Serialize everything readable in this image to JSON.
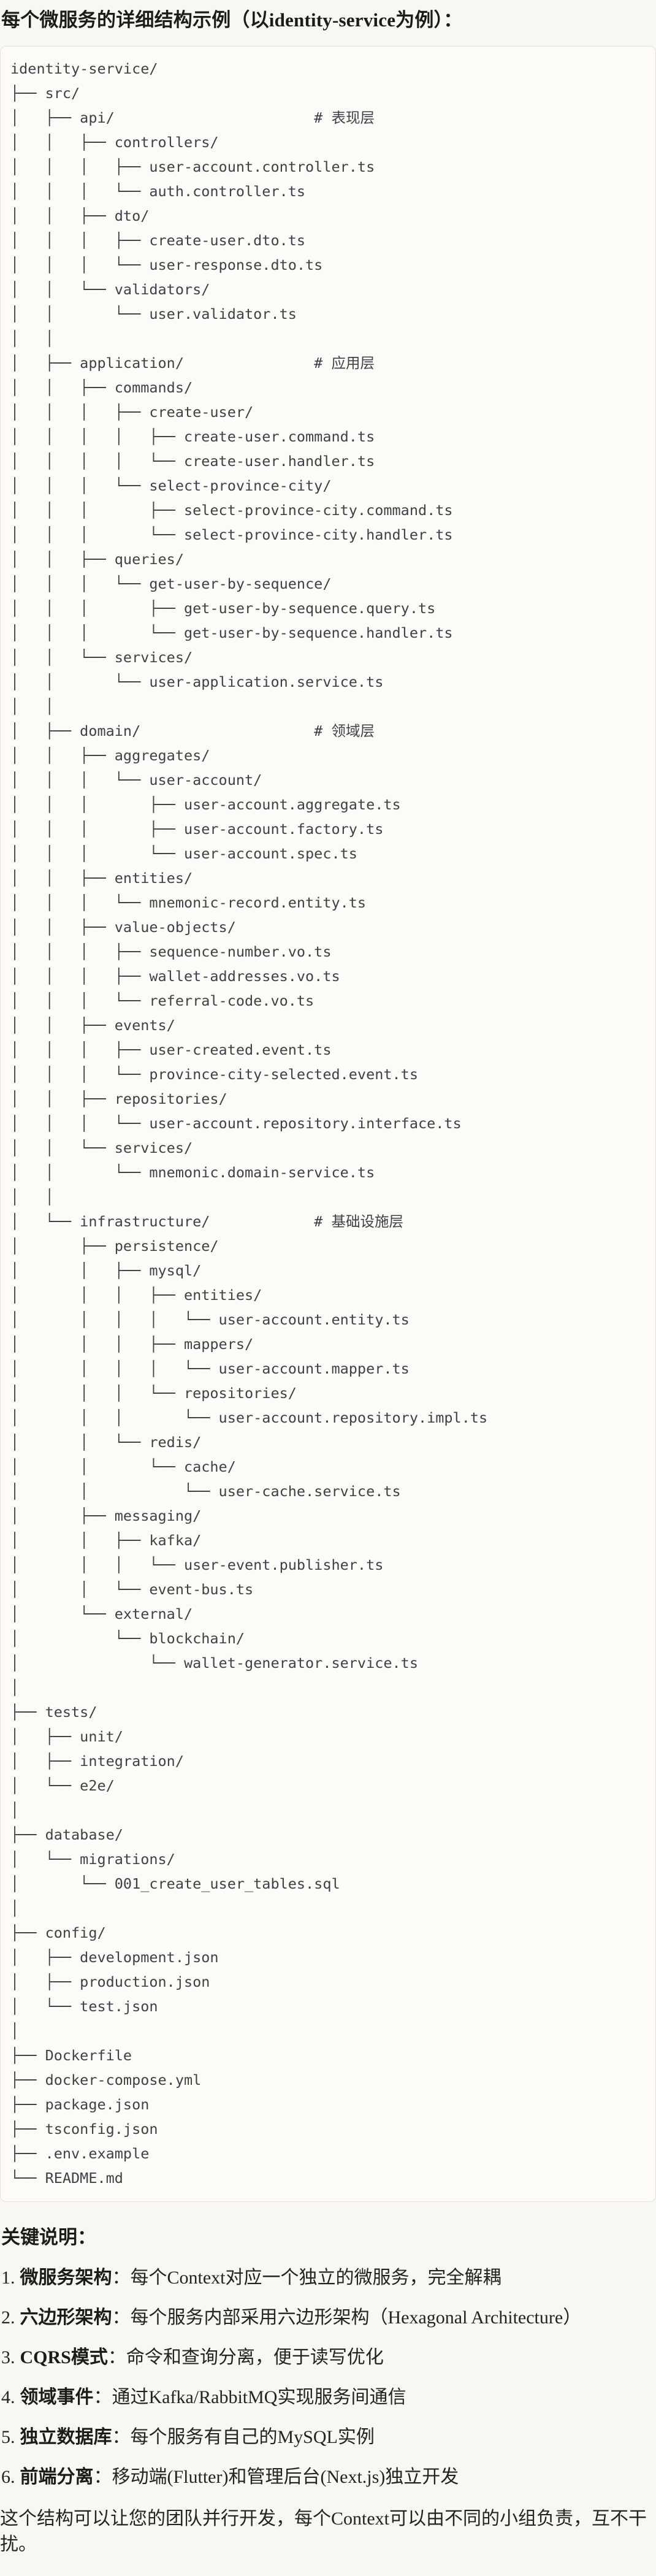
{
  "title": "每个微服务的详细结构示例（以identity-service为例）：",
  "code_block": {
    "language": "text",
    "tree_lines": [
      "identity-service/",
      "├── src/",
      "│   ├── api/                       # 表现层",
      "│   │   ├── controllers/",
      "│   │   │   ├── user-account.controller.ts",
      "│   │   │   └── auth.controller.ts",
      "│   │   ├── dto/",
      "│   │   │   ├── create-user.dto.ts",
      "│   │   │   └── user-response.dto.ts",
      "│   │   └── validators/",
      "│   │       └── user.validator.ts",
      "│   │",
      "│   ├── application/               # 应用层",
      "│   │   ├── commands/",
      "│   │   │   ├── create-user/",
      "│   │   │   │   ├── create-user.command.ts",
      "│   │   │   │   └── create-user.handler.ts",
      "│   │   │   └── select-province-city/",
      "│   │   │       ├── select-province-city.command.ts",
      "│   │   │       └── select-province-city.handler.ts",
      "│   │   ├── queries/",
      "│   │   │   └── get-user-by-sequence/",
      "│   │   │       ├── get-user-by-sequence.query.ts",
      "│   │   │       └── get-user-by-sequence.handler.ts",
      "│   │   └── services/",
      "│   │       └── user-application.service.ts",
      "│   │",
      "│   ├── domain/                    # 领域层",
      "│   │   ├── aggregates/",
      "│   │   │   └── user-account/",
      "│   │   │       ├── user-account.aggregate.ts",
      "│   │   │       ├── user-account.factory.ts",
      "│   │   │       └── user-account.spec.ts",
      "│   │   ├── entities/",
      "│   │   │   └── mnemonic-record.entity.ts",
      "│   │   ├── value-objects/",
      "│   │   │   ├── sequence-number.vo.ts",
      "│   │   │   ├── wallet-addresses.vo.ts",
      "│   │   │   └── referral-code.vo.ts",
      "│   │   ├── events/",
      "│   │   │   ├── user-created.event.ts",
      "│   │   │   └── province-city-selected.event.ts",
      "│   │   ├── repositories/",
      "│   │   │   └── user-account.repository.interface.ts",
      "│   │   └── services/",
      "│   │       └── mnemonic.domain-service.ts",
      "│   │",
      "│   └── infrastructure/            # 基础设施层",
      "│       ├── persistence/",
      "│       │   ├── mysql/",
      "│       │   │   ├── entities/",
      "│       │   │   │   └── user-account.entity.ts",
      "│       │   │   ├── mappers/",
      "│       │   │   │   └── user-account.mapper.ts",
      "│       │   │   └── repositories/",
      "│       │   │       └── user-account.repository.impl.ts",
      "│       │   └── redis/",
      "│       │       └── cache/",
      "│       │           └── user-cache.service.ts",
      "│       ├── messaging/",
      "│       │   ├── kafka/",
      "│       │   │   └── user-event.publisher.ts",
      "│       │   └── event-bus.ts",
      "│       └── external/",
      "│           └── blockchain/",
      "│               └── wallet-generator.service.ts",
      "│",
      "├── tests/",
      "│   ├── unit/",
      "│   ├── integration/",
      "│   └── e2e/",
      "│",
      "├── database/",
      "│   └── migrations/",
      "│       └── 001_create_user_tables.sql",
      "│",
      "├── config/",
      "│   ├── development.json",
      "│   ├── production.json",
      "│   └── test.json",
      "│",
      "├── Dockerfile",
      "├── docker-compose.yml",
      "├── package.json",
      "├── tsconfig.json",
      "├── .env.example",
      "└── README.md"
    ]
  },
  "notes": {
    "heading": "关键说明：",
    "items": [
      {
        "num": "1.",
        "label": "微服务架构",
        "desc": "：每个Context对应一个独立的微服务，完全解耦"
      },
      {
        "num": "2.",
        "label": "六边形架构",
        "desc": "：每个服务内部采用六边形架构（Hexagonal Architecture）"
      },
      {
        "num": "3.",
        "label": "CQRS模式",
        "desc": "：命令和查询分离，便于读写优化"
      },
      {
        "num": "4.",
        "label": "领域事件",
        "desc": "：通过Kafka/RabbitMQ实现服务间通信"
      },
      {
        "num": "5.",
        "label": "独立数据库",
        "desc": "：每个服务有自己的MySQL实例"
      },
      {
        "num": "6.",
        "label": "前端分离",
        "desc": "：移动端(Flutter)和管理后台(Next.js)独立开发"
      }
    ],
    "footer": "这个结构可以让您的团队并行开发，每个Context可以由不同的小组负责，互不干扰。"
  }
}
